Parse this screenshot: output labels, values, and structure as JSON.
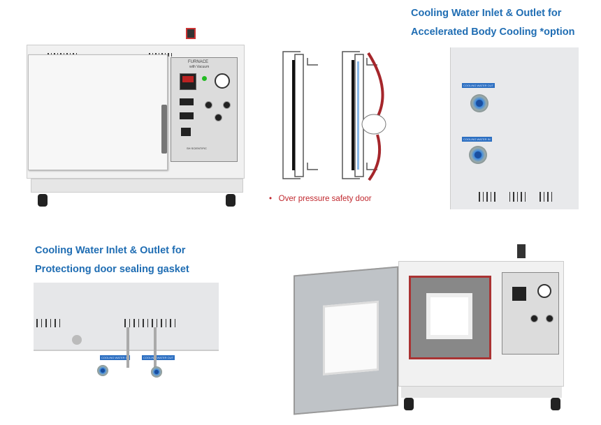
{
  "top_right": {
    "title_line1": "Cooling Water Inlet & Outlet for",
    "title_line2": "Accelerated Body Cooling *option",
    "label_out": "COOLING WATER OUT",
    "label_in": "COOLING WATER IN"
  },
  "diagram": {
    "bullet": "•",
    "caption": "Over pressure safety door"
  },
  "bottom_left": {
    "title_line1": "Cooling Water Inlet & Outlet for",
    "title_line2": "Protectiong door sealing gasket",
    "label_in": "COOLING WATER IN",
    "label_out": "COOLING WATER OUT"
  },
  "furnace_panel": {
    "name": "FURNACE",
    "subtitle": "with Vacuum",
    "brand": "SH SCIENTIFIC"
  },
  "colors": {
    "title_blue": "#1f6db3",
    "caption_red": "#c0272d",
    "label_blue": "#2c6fc1"
  }
}
